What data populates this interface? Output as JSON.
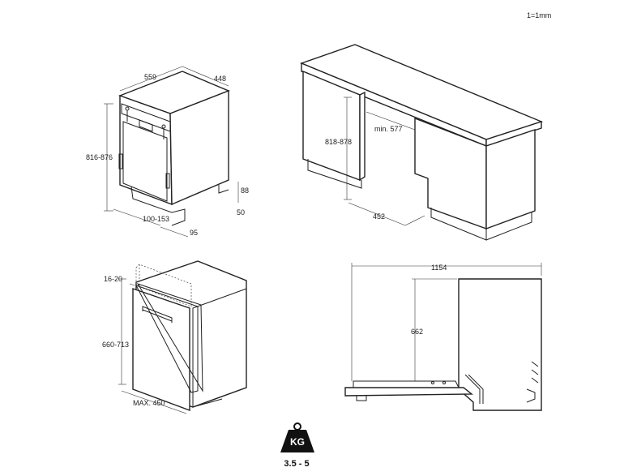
{
  "scale_note": "1=1mm",
  "views": {
    "iso": {
      "width": "559",
      "depth": "448",
      "height": "816-876",
      "plinth_height": "88",
      "plinth_depth": "50",
      "offset": "100-153",
      "feet": "95"
    },
    "cabinet": {
      "height": "818-878",
      "min_width": "min. 577",
      "depth": "452"
    },
    "front": {
      "panel": "16-20",
      "height": "660-713",
      "max_width": "MAX. 450"
    },
    "side": {
      "length": "1154",
      "height": "662"
    }
  },
  "weight": {
    "badge": "KG",
    "value": "3.5 - 5"
  }
}
